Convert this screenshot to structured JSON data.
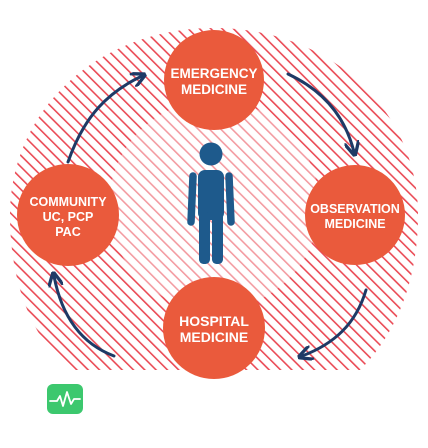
{
  "nodes": {
    "top": {
      "line1": "EMERGENCY",
      "line2": "MEDICINE"
    },
    "right": {
      "line1": "OBSERVATION",
      "line2": "MEDICINE"
    },
    "bottom": {
      "line1": "HOSPITAL",
      "line2": "MEDICINE"
    },
    "left": {
      "line1": "COMMUNITY",
      "line2": "UC, PCP",
      "line3": "PAC"
    }
  },
  "colors": {
    "node_fill": "#ea5a3c",
    "hatch": "#ea4a55",
    "arrow": "#1e3a66",
    "person": "#1e5a8c",
    "badge": "#3cc86e"
  },
  "icons": {
    "center": "person-icon",
    "corner": "heartbeat-icon"
  }
}
